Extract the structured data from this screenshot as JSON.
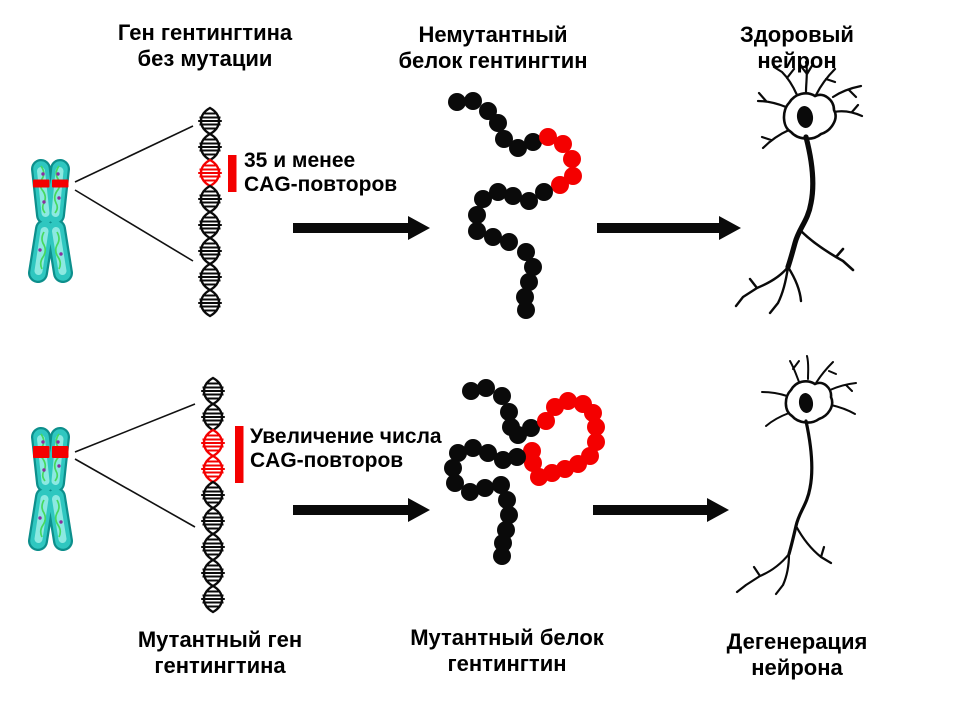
{
  "diagram_title": "Huntingtin gene CAG-repeat diagram",
  "colors": {
    "accent_red": "#f40000",
    "chromosome_teal": "#2fc7c0",
    "chromosome_teal_dark": "#0d8f8c",
    "chromosome_teal_light": "#9ceee6",
    "chromosome_strand_green": "#46d95f",
    "chromosome_dot_purple": "#8a2f9e"
  },
  "rows": [
    {
      "id": "normal",
      "gene_label": "Ген гентингтина\nбез мутации",
      "annotation": "35 и менее\nCAG-повторов",
      "protein_label": "Немутантный\nбелок гентингтин",
      "neuron_label": "Здоровый\nнейрон"
    },
    {
      "id": "mutant",
      "gene_label": "Мутантный ген\nгентингтина",
      "annotation": "Увеличение числа\nCAG-повторов",
      "protein_label": "Мутантный белок\nгентингтин",
      "neuron_label": "Дегенерация\nнейрона"
    }
  ]
}
